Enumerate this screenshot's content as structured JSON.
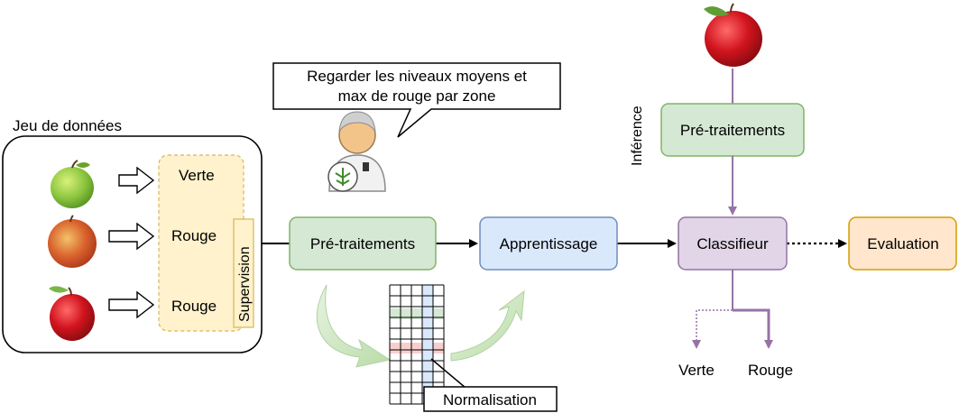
{
  "dataset": {
    "title": "Jeu de données",
    "labels": [
      "Verte",
      "Rouge",
      "Rouge"
    ],
    "supervision": "Supervision"
  },
  "speech": {
    "line1": "Regarder les niveaux moyens et",
    "line2": "max de rouge par zone"
  },
  "pipeline": {
    "pretraitements": "Pré-traitements",
    "apprentissage": "Apprentissage",
    "classifieur": "Classifieur",
    "evaluation": "Evaluation"
  },
  "inference": {
    "label": "Inférence",
    "pretraitements": "Pré-traitements"
  },
  "normalisation": "Normalisation",
  "outputs": {
    "verte": "Verte",
    "rouge": "Rouge"
  },
  "colors": {
    "green_box_fill": "#d5e8d4",
    "green_box_stroke": "#82b366",
    "blue_box_fill": "#dae8fc",
    "blue_box_stroke": "#6c8ebf",
    "purple_box_fill": "#e1d5e7",
    "purple_box_stroke": "#9673a6",
    "orange_box_fill": "#ffe6cc",
    "orange_box_stroke": "#d79b00",
    "supervision_fill": "#fff2cc",
    "supervision_stroke": "#d6b656"
  },
  "icons": [
    "green-apple-icon",
    "red-apple-icon",
    "scientist-icon"
  ]
}
